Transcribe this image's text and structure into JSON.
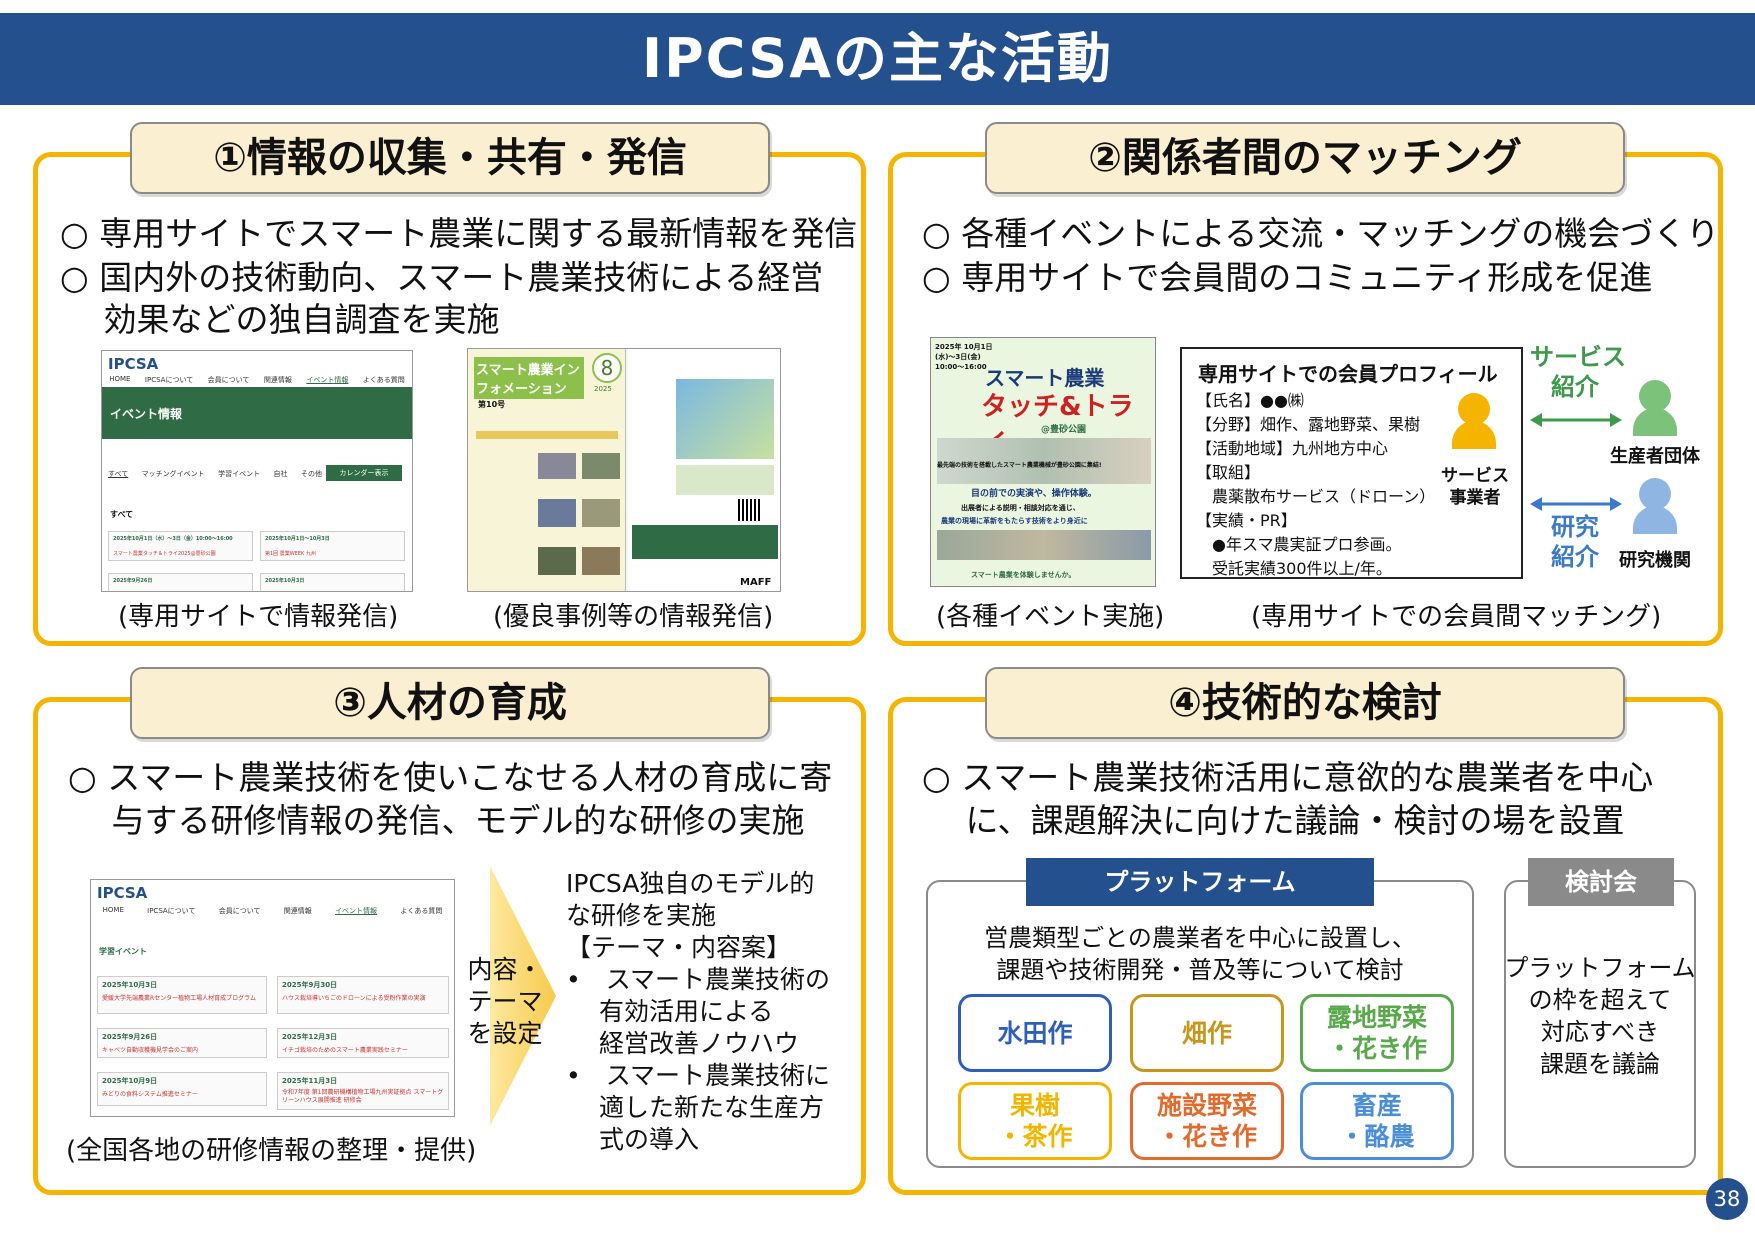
{
  "header": {
    "title": "IPCSAの主な活動"
  },
  "panel1": {
    "tab": "①情報の収集・共有・発信",
    "bullets": [
      "○ 専用サイトでスマート農業に関する最新情報を発信",
      "○ 国内外の技術動向、スマート農業技術による経営",
      "　 効果などの独自調査を実施"
    ],
    "caption_left": "(専用サイトで情報発信)",
    "caption_right": "(優良事例等の情報発信)",
    "site": {
      "logo": "IPCSA",
      "nav": [
        "HOME",
        "IPCSAについて",
        "会員について",
        "関連情報",
        "イベント情報",
        "よくある質問"
      ],
      "band_title": "イベント情報",
      "filter": [
        "すべて",
        "マッチングイベント",
        "学習イベント",
        "自社",
        "その他"
      ],
      "calendar_btn": "カレンダー表示",
      "section": "すべて",
      "cards": [
        {
          "date": "2025年10月1日（水）～3日（金）10:00～16:00",
          "title": "スマート農業タッチ＆トライ2025@豊砂公園"
        },
        {
          "date": "2025年10月1日～10月3日",
          "title": "第1回 農業WEEK 九州"
        },
        {
          "date": "2025年9月26日",
          "title": ""
        },
        {
          "date": "2025年10月3日",
          "title": ""
        }
      ]
    },
    "newsletter": {
      "title": "スマート農業インフォメーション",
      "number": "8",
      "year": "2025",
      "issue": "第10号",
      "brand": "MAFF"
    }
  },
  "panel2": {
    "tab": "②関係者間のマッチング",
    "bullets": [
      "○ 各種イベントによる交流・マッチングの機会づくり",
      "○ 専用サイトで会員間のコミュニティ形成を促進"
    ],
    "caption_left": "(各種イベント実施)",
    "caption_right": "(専用サイトでの会員間マッチング)",
    "flyer": {
      "date": "2025年 10月1日(水)～3日(金) 10:00～16:00",
      "title1": "スマート農業",
      "title2": "タッチ&トライ",
      "venue": "@豊砂公園",
      "line1": "最先端の技術を搭載したスマート農業機械が豊砂公園に集結!",
      "line2": "目の前での実演や、操作体験。",
      "line3": "出展者による説明・相談対応を通じ、",
      "line4": "農業の現場に革新をもたらす技術をより身近に",
      "line5": "スマート農業を体験しませんか。"
    },
    "profile": {
      "title": "専用サイトでの会員プロフィール",
      "lines": [
        "【氏名】●●㈱",
        "【分野】畑作、露地野菜、果樹",
        "【活動地域】九州地方中心",
        "【取組】",
        "　農薬散布サービス（ドローン）",
        "【実績・PR】",
        "　●年スマ農実証プロ参画。",
        "　受託実績300件以上/年。"
      ],
      "provider": "サービス\n事業者"
    },
    "service_intro": "サービス\n紹介",
    "research_intro": "研究\n紹介",
    "farmer_group": "生産者団体",
    "research_org": "研究機関",
    "colors": {
      "provider": "#f5b400",
      "farmer": "#7dc27a",
      "research": "#8fb6e2",
      "arrow_green": "#3e9a4a",
      "arrow_blue": "#3a7ac8"
    }
  },
  "panel3": {
    "tab": "③人材の育成",
    "bullets": [
      "○ スマート農業技術を使いこなせる人材の育成に寄",
      "　 与する研修情報の発信、モデル的な研修の実施"
    ],
    "caption": "(全国各地の研修情報の整理・提供)",
    "arrow_text": "内容・\nテーマ\nを設定",
    "right_lines": [
      "IPCSA独自のモデル的",
      "な研修を実施",
      "【テーマ・内容案】",
      "•　スマート農業技術の",
      "　 有効活用による",
      "　 経営改善ノウハウ",
      "•　スマート農業技術に",
      "　 適した新たな生産方",
      "　 式の導入"
    ],
    "site": {
      "logo": "IPCSA",
      "nav": [
        "HOME",
        "IPCSAについて",
        "会員について",
        "関連情報",
        "イベント情報",
        "よくある質問"
      ],
      "section": "学習イベント",
      "cards": [
        {
          "date": "2025年10月3日",
          "title": "愛媛大学先端農業Rセンター植物工場人材育成プログラム"
        },
        {
          "date": "2025年9月30日",
          "title": "ハウス栽培導いちごのドローンによる受粉作業の実演"
        },
        {
          "date": "2025年9月26日",
          "title": "キャベツ自動収穫機見学会のご案内"
        },
        {
          "date": "2025年12月3日",
          "title": "イチゴ栽培のためのスマート農業実践セミナー"
        },
        {
          "date": "2025年10月9日",
          "title": "みどりの食料システム推進セミナー"
        },
        {
          "date": "2025年11月3日",
          "title": "令和7年度 第1回農研機構植物工場九州実証拠点 スマートグリーンハウス展開推進 研修会"
        }
      ]
    }
  },
  "panel4": {
    "tab": "④技術的な検討",
    "bullets": [
      "○ スマート農業技術活用に意欲的な農業者を中心",
      "　 に、課題解決に向けた議論・検討の場を設置"
    ],
    "platform": {
      "head": "プラットフォーム",
      "desc1": "営農類型ごとの農業者を中心に設置し、",
      "desc2": "課題や技術開発・普及等について検討",
      "crops": [
        {
          "label": "水田作",
          "color": "#2e5fb8"
        },
        {
          "label": "畑作",
          "color": "#c8961a"
        },
        {
          "label": "露地野菜\n・花き作",
          "color": "#58a94a"
        },
        {
          "label": "果樹\n・茶作",
          "color": "#f2b600"
        },
        {
          "label": "施設野菜\n・花き作",
          "color": "#e36a2d"
        },
        {
          "label": "畜産\n・酪農",
          "color": "#4a8fd6"
        }
      ]
    },
    "review": {
      "head": "検討会",
      "desc": "プラットフォーム\nの枠を超えて\n対応すべき\n課題を議論"
    }
  },
  "page_number": "38"
}
